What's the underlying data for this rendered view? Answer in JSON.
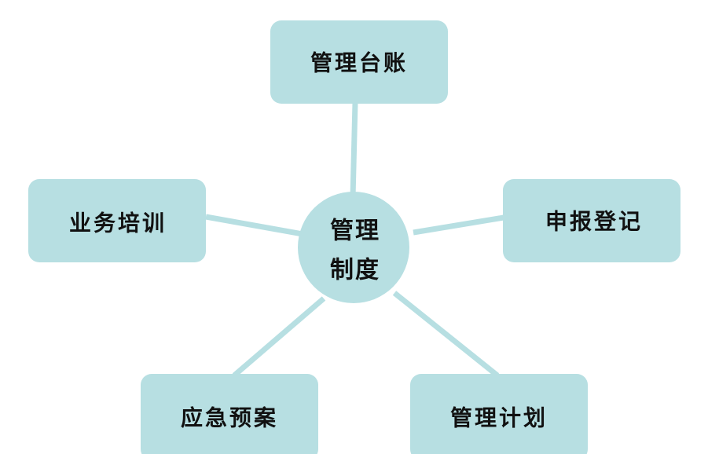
{
  "diagram": {
    "center": {
      "line1": "管理",
      "line2": "制度"
    },
    "nodes": {
      "top": "管理台账",
      "left": "业务培训",
      "right": "申报登记",
      "bottom_left": "应急预案",
      "bottom_right": "管理计划"
    },
    "colors": {
      "fill": "#b7dfe2",
      "text": "#111111"
    }
  }
}
